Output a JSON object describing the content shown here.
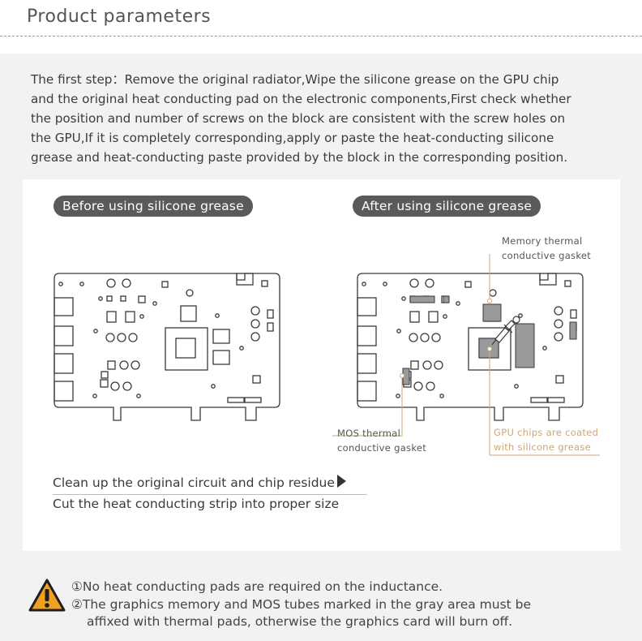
{
  "header": {
    "title": "Product parameters"
  },
  "intro": {
    "lines": [
      "The first step：Remove the original radiator,Wipe the silicone grease on the GPU chip",
      "and the original heat conducting pad on the electronic components,First check whether",
      "the position and number of screws on the block are consistent with the screw holes on",
      "the GPU,If it is completely corresponding,apply or paste the heat-conducting silicone",
      "grease and heat-conducting paste provided by the block in the corresponding position."
    ]
  },
  "before": {
    "label": "Before using silicone grease"
  },
  "after": {
    "label": "After using silicone grease",
    "callouts": {
      "memory": [
        "Memory thermal",
        "conductive gasket"
      ],
      "mos": [
        "MOS thermal",
        "conductive gasket"
      ],
      "gpu": [
        "GPU chips are coated",
        "with silicone grease"
      ]
    }
  },
  "steps": {
    "step1": "Clean up the original circuit and chip residue",
    "step2": "Cut the heat conducting strip into proper size"
  },
  "notes": {
    "line1": "①No heat conducting pads are required on the inductance.",
    "line2": "②The graphics memory and MOS tubes marked in the gray area must be",
    "line3": "affixed with thermal pads, otherwise the graphics card will burn off."
  },
  "colors": {
    "pill_bg": "#5a5a5a",
    "panel_bg": "#f2f2f2",
    "gray_pad": "#9a9a9a",
    "callout_gold": "#c9a978",
    "warning_orange": "#f0a020"
  }
}
